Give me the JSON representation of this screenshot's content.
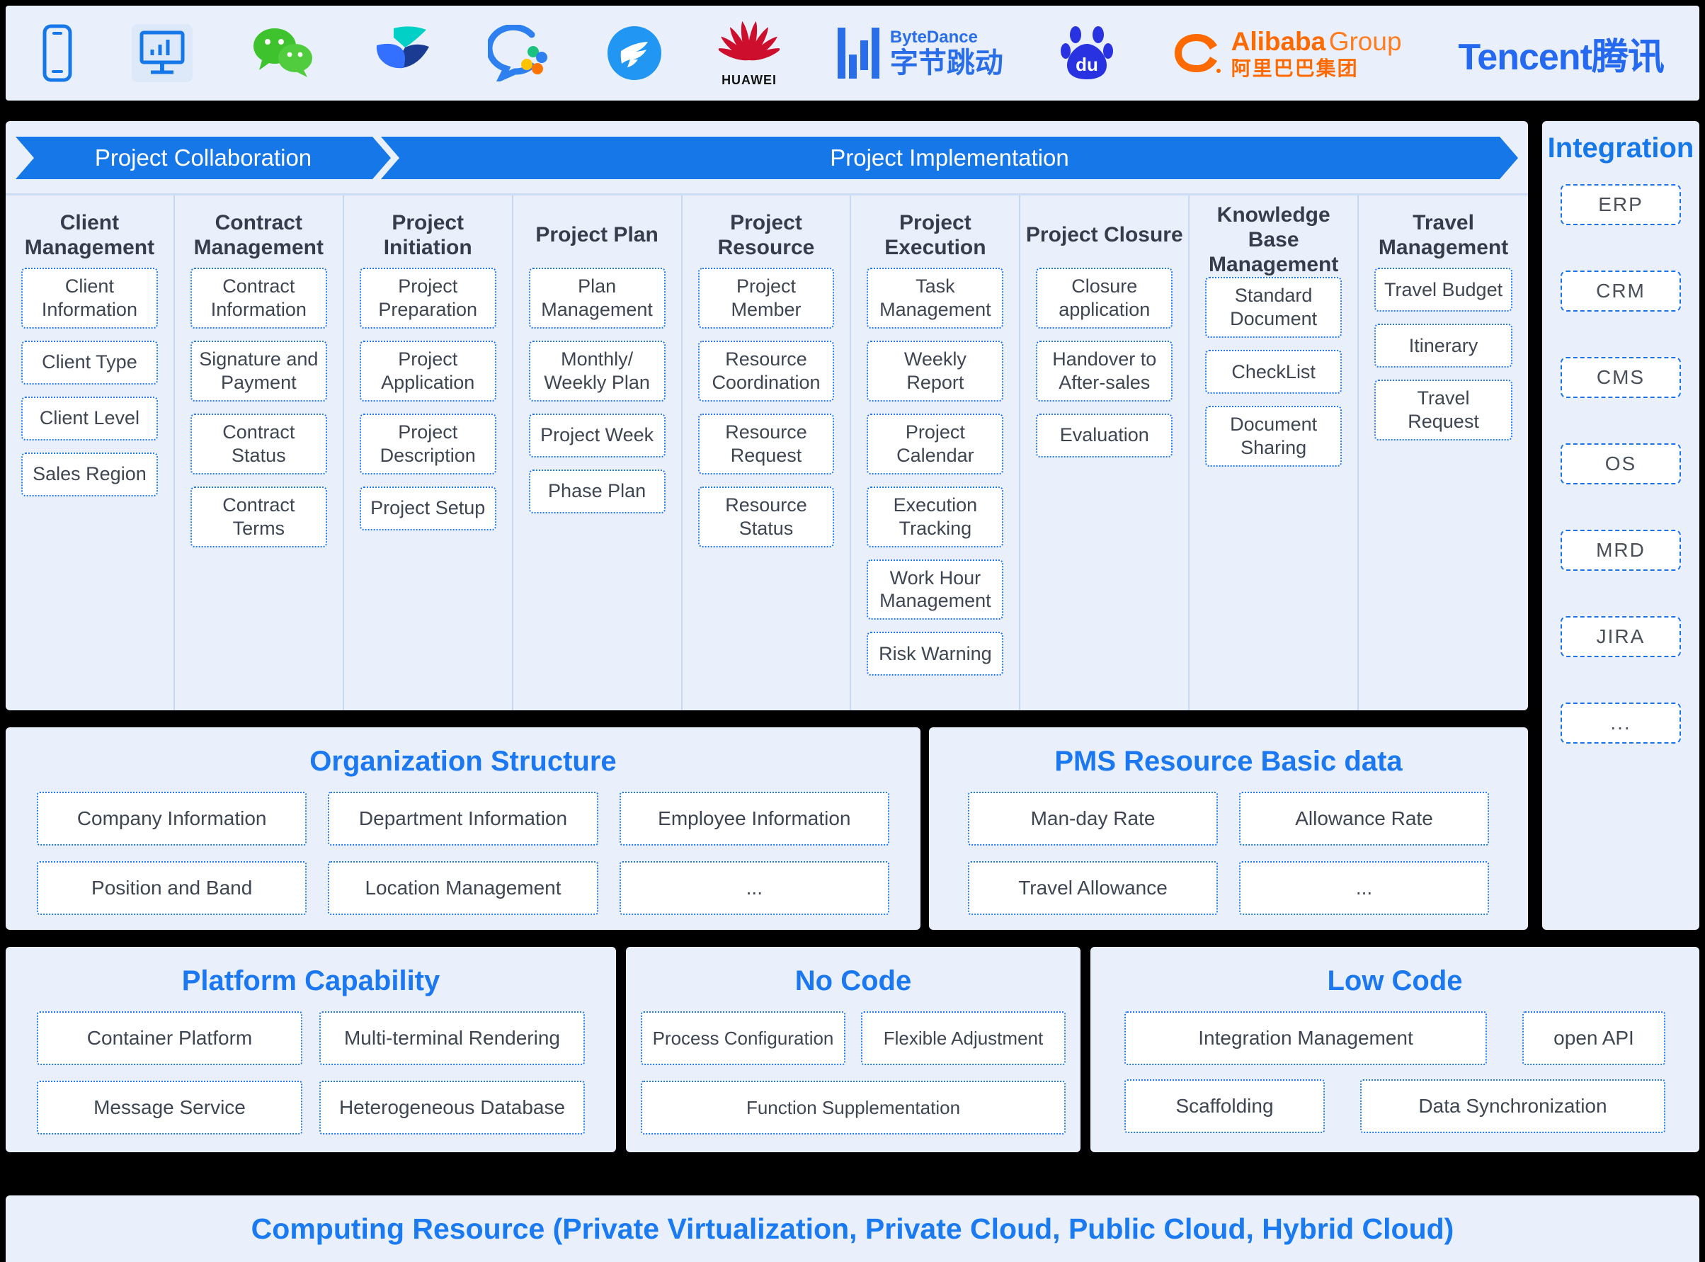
{
  "logo_bar": {
    "huawei_text": "HUAWEI",
    "bytedance_en": "ByteDance",
    "bytedance_cn": "字节跳动",
    "baidu_text": "du",
    "alibaba_en": "Alibaba",
    "alibaba_group": "Group",
    "alibaba_cn": "阿里巴巴集团",
    "tencent_text": "Tencent腾讯"
  },
  "flow": {
    "collaboration_label": "Project Collaboration",
    "implementation_label": "Project Implementation"
  },
  "columns": [
    {
      "title": "Client Management",
      "items": [
        "Client Information",
        "Client Type",
        "Client Level",
        "Sales Region"
      ]
    },
    {
      "title": "Contract Management",
      "items": [
        "Contract Information",
        "Signature and Payment",
        "Contract Status",
        "Contract Terms"
      ]
    },
    {
      "title": "Project Initiation",
      "items": [
        "Project Preparation",
        "Project Application",
        "Project Description",
        "Project Setup"
      ]
    },
    {
      "title": "Project Plan",
      "items": [
        "Plan Management",
        "Monthly/ Weekly Plan",
        "Project Week",
        "Phase Plan"
      ]
    },
    {
      "title": "Project Resource",
      "items": [
        "Project Member",
        "Resource Coordination",
        "Resource Request",
        "Resource Status"
      ]
    },
    {
      "title": "Project Execution",
      "items": [
        "Task Management",
        "Weekly Report",
        "Project Calendar",
        "Execution Tracking",
        "Work Hour Management",
        "Risk Warning"
      ]
    },
    {
      "title": "Project Closure",
      "items": [
        "Closure application",
        "Handover to After-sales",
        "Evaluation"
      ]
    },
    {
      "title": "Knowledge Base Management",
      "items": [
        "Standard Document",
        "CheckList",
        "Document Sharing"
      ]
    },
    {
      "title": "Travel Management",
      "items": [
        "Travel Budget",
        "Itinerary",
        "Travel Request"
      ]
    }
  ],
  "integration": {
    "title": "Integration",
    "items": [
      "ERP",
      "CRM",
      "CMS",
      "OS",
      "MRD",
      "JIRA",
      "..."
    ]
  },
  "organization": {
    "title": "Organization Structure",
    "items": [
      "Company Information",
      "Department Information",
      "Employee Information",
      "Position and Band",
      "Location Management",
      "..."
    ]
  },
  "pms": {
    "title": "PMS Resource Basic data",
    "items": [
      "Man-day Rate",
      "Allowance Rate",
      "Travel Allowance",
      "..."
    ]
  },
  "platform": {
    "title": "Platform Capability",
    "items": [
      "Container Platform",
      "Multi-terminal Rendering",
      "Message Service",
      "Heterogeneous Database"
    ]
  },
  "nocode": {
    "title": "No Code",
    "items": [
      "Process Configuration",
      "Flexible Adjustment",
      "Function Supplementation"
    ]
  },
  "lowcode": {
    "title": "Low Code",
    "items": [
      "Integration Management",
      "open API",
      "Scaffolding",
      "Data Synchronization"
    ]
  },
  "computing": {
    "title": "Computing Resource (Private Virtualization, Private Cloud, Public Cloud, Hybrid Cloud)"
  },
  "colors": {
    "accent_blue": "#1677e8",
    "title_blue": "#1b78f0",
    "dashed_border_blue": "#2079f0",
    "panel_bg": "#e9f0fb",
    "dark_text": "#3f4551",
    "wechat_green": "#3ec22e",
    "huawei_red": "#ce0e2d",
    "baidu_blue": "#2932e1",
    "alibaba_orange": "#ff6a00",
    "tencent_blue": "#2469f0",
    "dingtalk_blue": "#2196f3",
    "bytedance_blue": "#2a6de8",
    "feishu_cyan": "#00d0c6",
    "feishu_navy": "#1b3a91",
    "feishu_blue": "#3370ff"
  }
}
